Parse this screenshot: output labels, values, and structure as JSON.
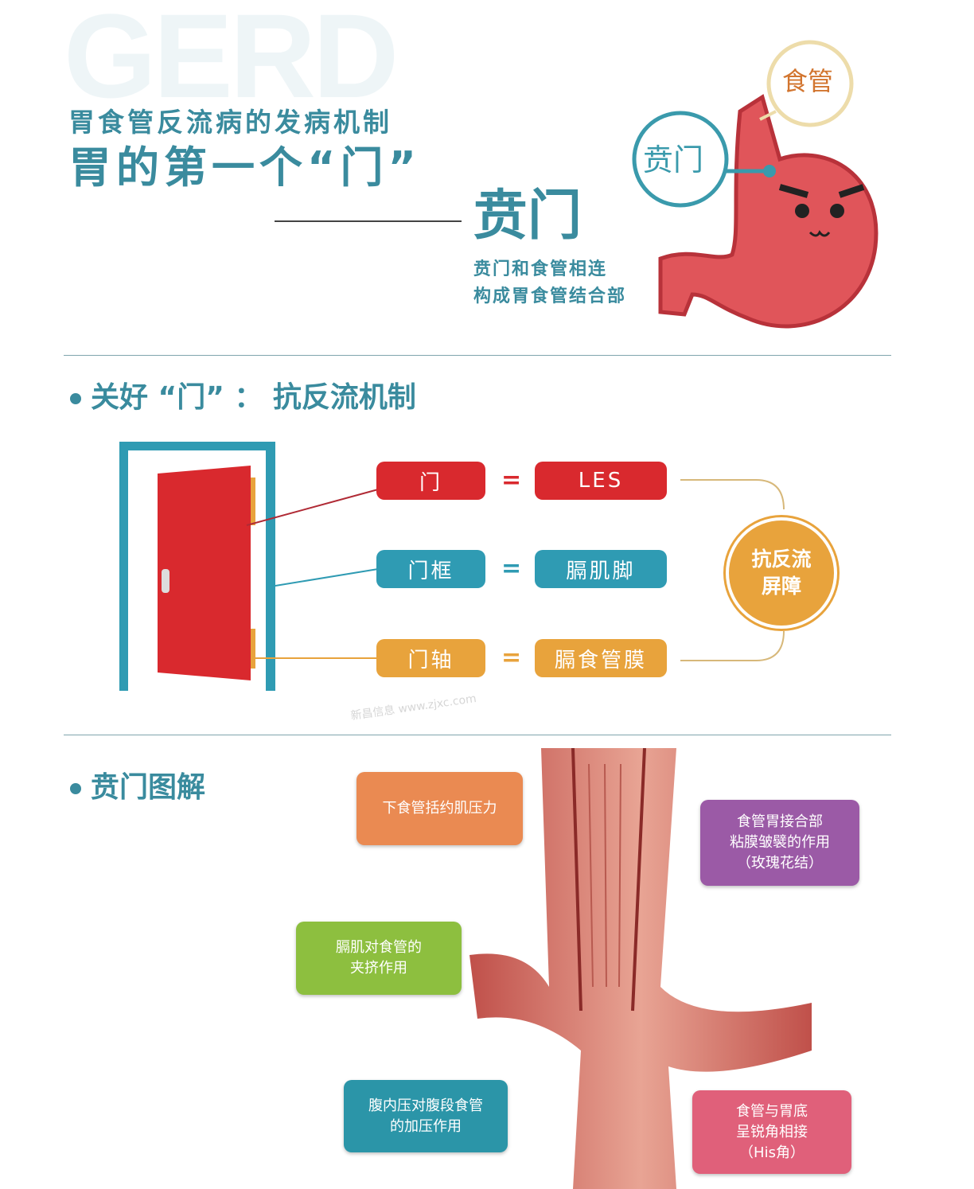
{
  "header": {
    "watermark_bg": "GERD",
    "subtitle": "胃食管反流病的发病机制",
    "title": "胃的第一个“门”",
    "term": "贲门",
    "desc_line1": "贲门和食管相连",
    "desc_line2": "构成胃食管结合部"
  },
  "stomach": {
    "label_esophagus": "食管",
    "label_cardia": "贲门"
  },
  "section1": {
    "heading": "关好 “门” ： 抗反流机制",
    "rows": [
      {
        "left": "门",
        "eq": "=",
        "right": "LES",
        "color": "#d9292e"
      },
      {
        "left": "门框",
        "eq": "=",
        "right": "膈肌脚",
        "color": "#2f9bb3"
      },
      {
        "left": "门轴",
        "eq": "=",
        "right": "膈食管膜",
        "color": "#e8a33c"
      }
    ],
    "badge_line1": "抗反流",
    "badge_line2": "屏障"
  },
  "watermark": {
    "name": "新昌信息",
    "url": "www.zjxc.com"
  },
  "section2": {
    "heading": "贲门图解",
    "callouts": [
      {
        "text": "下食管括约肌压力",
        "color": "#ea8a52"
      },
      {
        "text": "食管胃接合部\n粘膜皱襞的作用\n（玫瑰花结）",
        "color": "#9b5aa6"
      },
      {
        "text": "膈肌对食管的\n夹挤作用",
        "color": "#8dbf3f"
      },
      {
        "text": "腹内压对腹段食管\n的加压作用",
        "color": "#2b95a8"
      },
      {
        "text": "食管与胃底\n呈锐角相接\n（His角）",
        "color": "#e0607a"
      }
    ]
  }
}
